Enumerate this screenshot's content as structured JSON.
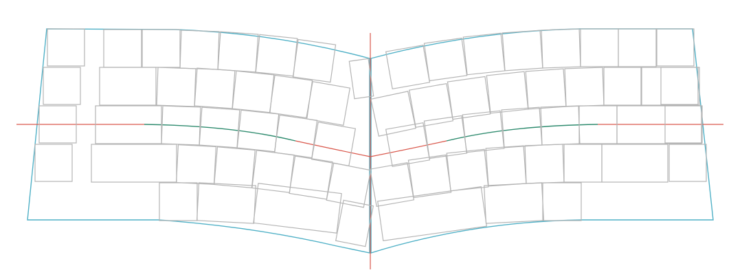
{
  "diagram": {
    "kind": "split-ergonomic-keyboard-layout",
    "colors": {
      "key_outline": "#b4b4b4",
      "case_outline": "#4fb0c6",
      "axis_lines": "#d9564a",
      "curvature_arc": "#2e8b6e"
    },
    "halves": [
      "left",
      "right"
    ],
    "rows_per_half": 5
  }
}
